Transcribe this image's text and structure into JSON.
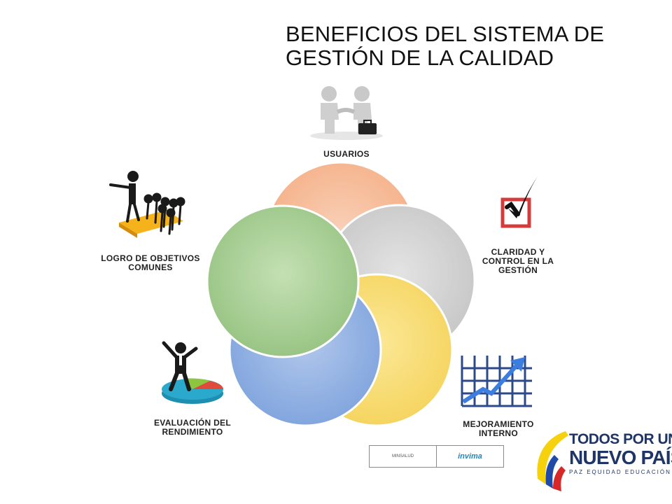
{
  "title": {
    "line1": "BENEFICIOS DEL SISTEMA DE",
    "line2": "GESTIÓN DE LA CALIDAD"
  },
  "cycle": {
    "items": [
      {
        "lines": [
          "USUARIOS"
        ],
        "color": "#f5a97c",
        "icon": "handshake-icon"
      },
      {
        "lines": [
          "CLARIDAD Y",
          "CONTROL EN LA",
          "GESTIÓN"
        ],
        "color": "#c9c9c9",
        "icon": "checkbox-checkmark-icon"
      },
      {
        "lines": [
          "MEJORAMIENTO",
          "INTERNO"
        ],
        "color": "#f7d658",
        "icon": "growth-chart-icon"
      },
      {
        "lines": [
          "EVALUACIÓN DEL",
          "RENDIMIENTO"
        ],
        "color": "#7fa4de",
        "icon": "pie-chart-person-icon"
      },
      {
        "lines": [
          "LOGRO DE OBJETIVOS",
          "COMUNES"
        ],
        "color": "#93c47d",
        "icon": "leader-team-icon"
      }
    ]
  },
  "footer": {
    "logo1": "MINSALUD",
    "logo2": "invima",
    "brand_line1": "TODOS POR UN",
    "brand_line2": "NUEVO PAÍS",
    "brand_line3": "PAZ  EQUIDAD  EDUCACIÓN"
  }
}
